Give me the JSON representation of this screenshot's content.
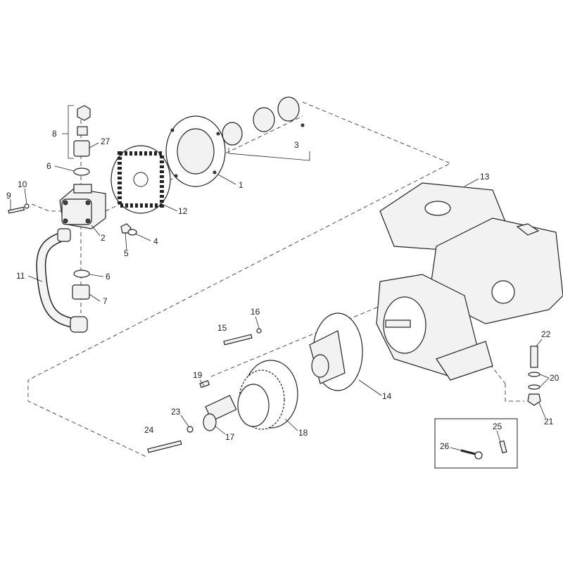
{
  "title": "Exploded parts diagram - engine driven pump assembly",
  "callouts": {
    "c1": "1",
    "c2": "2",
    "c3": "3",
    "c4": "4",
    "c5": "5",
    "c6a": "6",
    "c6b": "6",
    "c7": "7",
    "c8": "8",
    "c9": "9",
    "c10": "10",
    "c11": "11",
    "c12": "12",
    "c13": "13",
    "c14": "14",
    "c15": "15",
    "c16": "16",
    "c17": "17",
    "c18": "18",
    "c19": "19",
    "c20": "20",
    "c21": "21",
    "c22": "22",
    "c23": "23",
    "c24": "24",
    "c25": "25",
    "c26": "26",
    "c27": "27"
  }
}
